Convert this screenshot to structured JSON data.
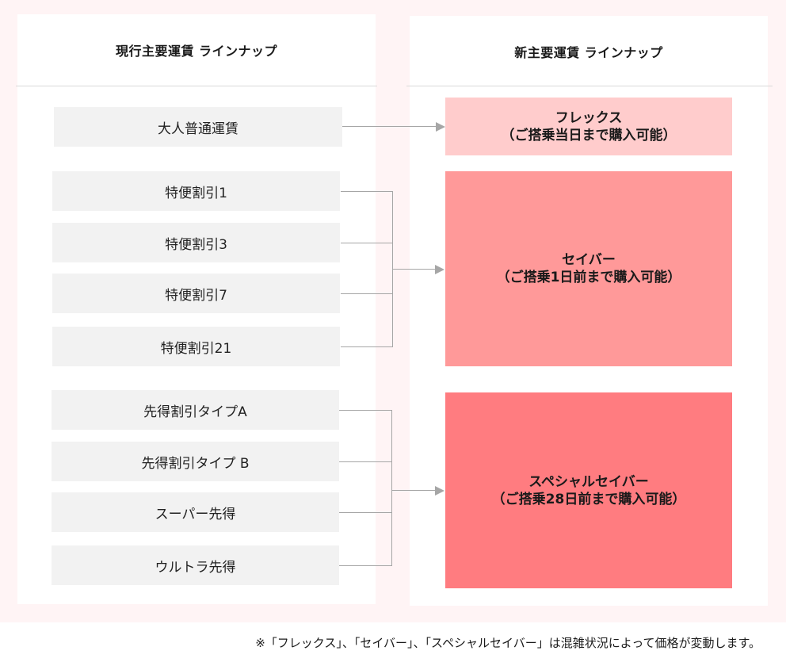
{
  "colors": {
    "background": "#fff4f5",
    "panel": "#ffffff",
    "old_box": "#f2f2f2",
    "flex": "#ffcccc",
    "saver": "#ff9999",
    "special_saver": "#ff7c80",
    "connector": "#a6a6a6"
  },
  "left_panel": {
    "title": "現行主要運賃 ラインナップ",
    "items": [
      {
        "label": "大人普通運賃"
      },
      {
        "label": "特便割引1"
      },
      {
        "label": "特便割引3"
      },
      {
        "label": "特便割引7"
      },
      {
        "label": "特便割引21"
      },
      {
        "label": "先得割引タイプA"
      },
      {
        "label": "先得割引タイプ B"
      },
      {
        "label": "スーパー先得"
      },
      {
        "label": "ウルトラ先得"
      }
    ]
  },
  "right_panel": {
    "title": "新主要運賃 ラインナップ",
    "items": [
      {
        "name": "フレックス",
        "note": "（ご搭乗当日まで購入可能）"
      },
      {
        "name": "セイバー",
        "note": "（ご搭乗1日前まで購入可能）"
      },
      {
        "name": "スペシャルセイバー",
        "note": "（ご搭乗28日前まで購入可能）"
      }
    ]
  },
  "footnote": "※「フレックス」、「セイバー」、「スペシャルセイバー」は混雑状況によって価格が変動します。"
}
